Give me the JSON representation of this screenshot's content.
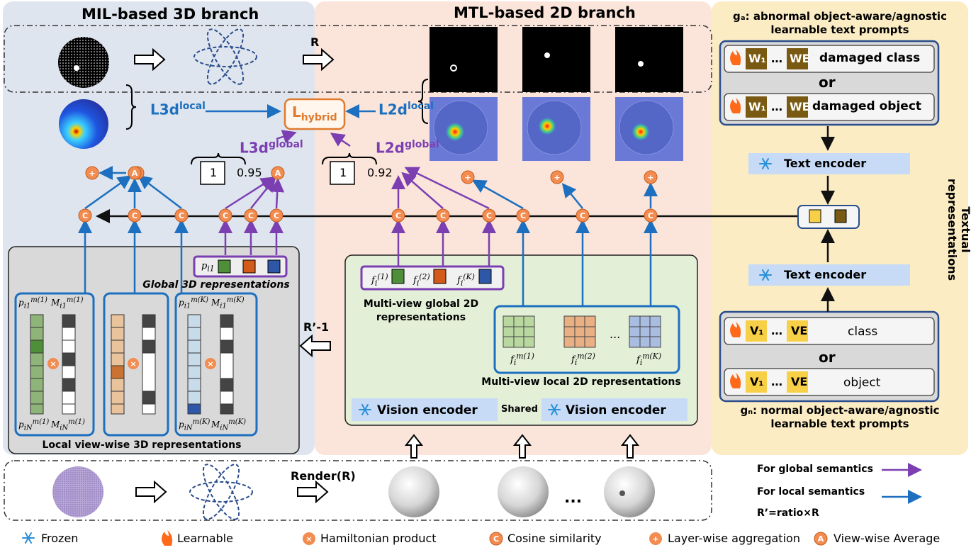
{
  "branches": {
    "mil_title": "MIL-based 3D branch",
    "mtl_title": "MTL-based 2D branch",
    "ga_title": "gₐ: abnormal object-aware/agnostic learnable text prompts",
    "gn_title": "gₙ: normal object-aware/agnostic learnable text prompts",
    "textual_label": "Textual representations"
  },
  "losses": {
    "l3d_local": "L3d",
    "l3d_local_sup": "local",
    "l2d_local": "L2d",
    "l2d_local_sup": "local",
    "hybrid": "L",
    "hybrid_sub": "hybrid",
    "l3d_global": "L3d",
    "l3d_global_sup": "global",
    "l2d_global": "L2d",
    "l2d_global_sup": "global"
  },
  "scores": {
    "score3d_box": "1",
    "score3d_val": "0.95",
    "score2d_box": "1",
    "score2d_val": "0.92"
  },
  "labels": {
    "rot_top": "R",
    "rot_inv": "R’-1",
    "render": "Render(R)",
    "shared": "Shared",
    "vision_encoder_1": "Vision encoder",
    "vision_encoder_2": "Vision encoder",
    "text_encoder_top": "Text encoder",
    "text_encoder_bottom": "Text encoder",
    "global_3d": "Global 3D representations",
    "local_3d": "Local view-wise 3D representations",
    "global_2d": "Multi-view global 2D representations",
    "local_2d": "Multi-view local 2D representations",
    "ellipsis": "...",
    "or_top": "or",
    "or_bottom": "or"
  },
  "prompts": {
    "abnormal": [
      "damaged class",
      "damaged object"
    ],
    "normal": [
      "class",
      "object"
    ],
    "w1": "W₁",
    "we": "WE",
    "v1": "V₁",
    "ve": "VE",
    "dots": "…"
  },
  "notes": {
    "global_sem": "For global semantics",
    "local_sem": "For local semantics",
    "ratio": "R’=ratio×R"
  },
  "legend": {
    "frozen": "Frozen",
    "learnable": "Learnable",
    "hamiltonian": "Hamiltonian product",
    "cosine": "Cosine similarity",
    "layerwise": "Layer-wise aggregation",
    "viewwise": "View-wise Average"
  },
  "colors": {
    "mil_bg": "#dfe5ee",
    "mtl_bg": "#fbe5da",
    "text_bg": "#fbecc4",
    "blue_arrow": "#1d6fbf",
    "purple_arrow": "#7b3fb2",
    "orange_node": "#f28c50",
    "hybrid_border": "#e07a2e"
  }
}
